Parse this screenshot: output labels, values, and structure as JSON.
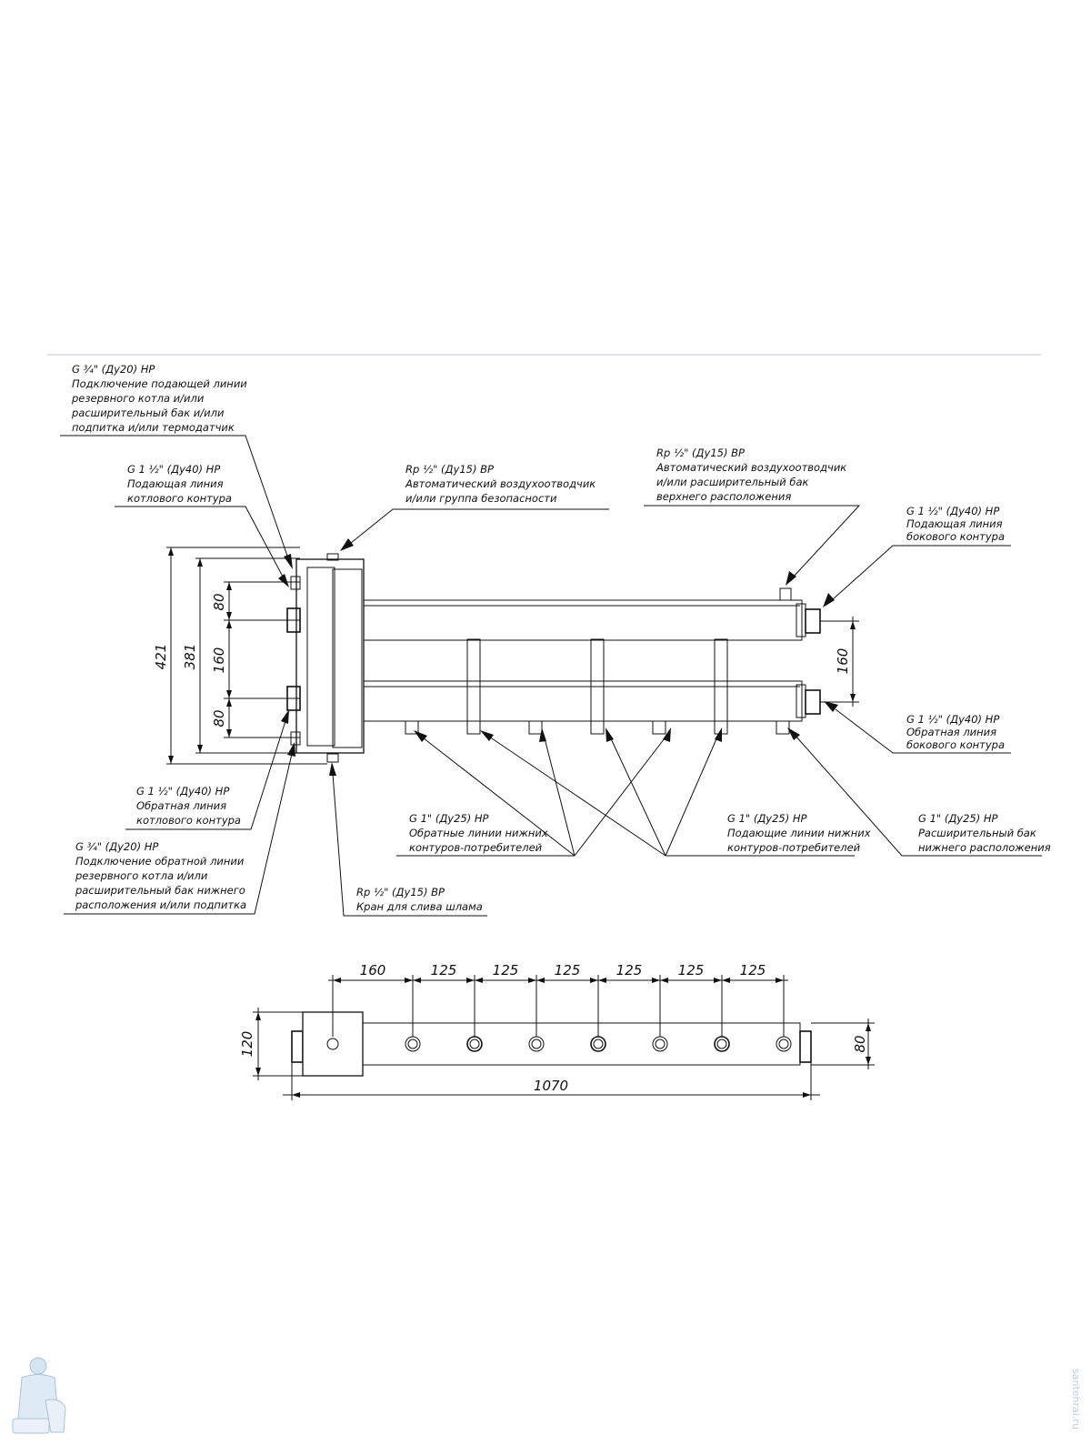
{
  "drawing": {
    "callouts": {
      "c1": [
        "G ¾\" (Ду20) НР",
        "Подключение подающей линии",
        "резервного котла и/или",
        "расширительный бак и/или",
        "подпитка и/или термодатчик"
      ],
      "c2": [
        "G 1 ½\" (Ду40) НР",
        "Подающая линия",
        "котлового контура"
      ],
      "c3": [
        "Rp ½\" (Ду15) ВР",
        "Автоматический воздухоотводчик",
        "и/или группа безопасности"
      ],
      "c4": [
        "Rp ½\" (Ду15) ВР",
        "Автоматический воздухоотводчик",
        "и/или расширительный бак",
        "верхнего расположения"
      ],
      "c5": [
        "G 1 ½\" (Ду40) НР",
        "Подающая линия",
        "бокового контура"
      ],
      "c6": [
        "G 1 ½\" (Ду40) НР",
        "Обратная линия",
        "бокового контура"
      ],
      "c7": [
        "G 1 ½\" (Ду40) НР",
        "Обратная линия",
        "котлового контура"
      ],
      "c8": [
        "G ¾\" (Ду20) НР",
        "Подключение обратной линии",
        "резервного котла и/или",
        "расширительный бак нижнего",
        "расположения и/или подпитка"
      ],
      "c9": [
        "G 1\" (Ду25) НР",
        "Обратные линии нижних",
        "контуров-потребителей"
      ],
      "c10": [
        "G 1\" (Ду25) НР",
        "Подающие линии нижних",
        "контуров-потребителей"
      ],
      "c11": [
        "G 1\" (Ду25) НР",
        "Расширительный бак",
        "нижнего расположения"
      ],
      "c12": [
        "Rp ½\" (Ду15) ВР",
        "Кран для слива шлама"
      ]
    },
    "dims_front": {
      "d421": "421",
      "d381": "381",
      "d80a": "80",
      "d160": "160",
      "d80b": "80",
      "d160r": "160"
    },
    "dims_top": {
      "spacings": [
        "160",
        "125",
        "125",
        "125",
        "125",
        "125",
        "125"
      ],
      "d120": "120",
      "d80": "80",
      "d1070": "1070"
    }
  },
  "watermark": {
    "side_text": "santehrai.ru",
    "logo_icon": "plumber-logo-icon"
  },
  "colors": {
    "line": "#111111",
    "rule": "#c8cde6",
    "watermark": "#b9cde0"
  }
}
